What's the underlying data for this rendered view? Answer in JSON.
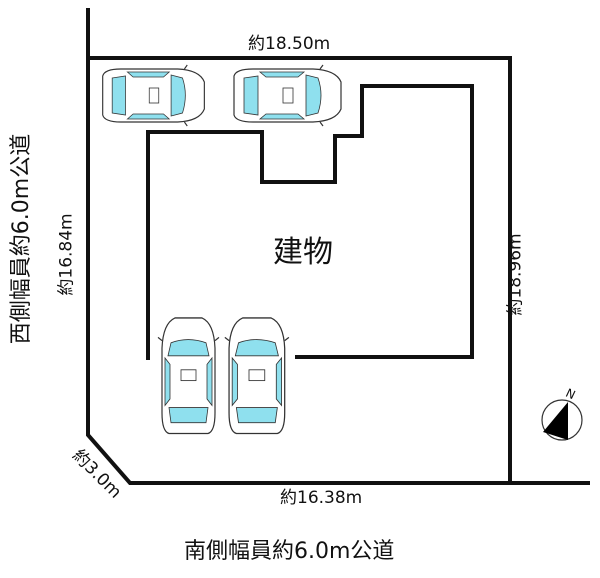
{
  "dimensions": {
    "north": "約18.50m",
    "east": "約18.96m",
    "west": "約16.84m",
    "corner_cut": "約3.0m",
    "south": "約16.38m"
  },
  "building_label": "建物",
  "roads": {
    "west": "西側幅員約6.0m公道",
    "south": "南側幅員約6.0m公道"
  },
  "compass_label": "N",
  "colors": {
    "glass": "#8fe0ee",
    "line": "#111111"
  }
}
